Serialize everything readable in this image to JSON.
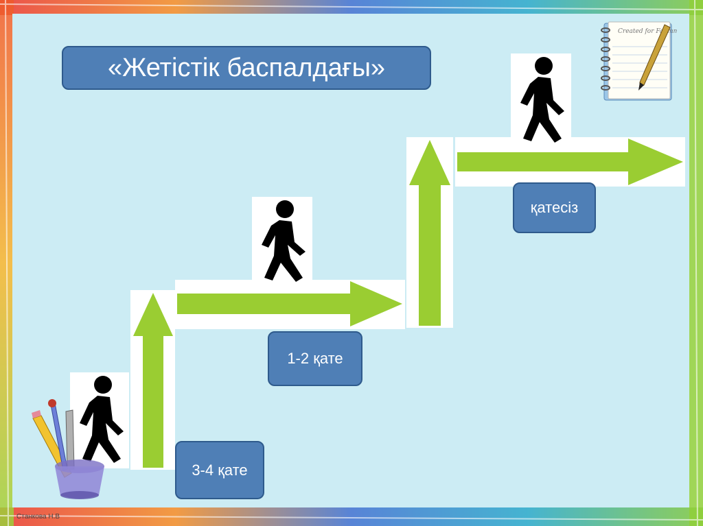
{
  "title": "«Жетістік баспалдағы»",
  "steps": [
    {
      "label": "3-4 қате"
    },
    {
      "label": "1-2 қате"
    },
    {
      "label": "қатесіз"
    }
  ],
  "notebook": {
    "text": "Created for Fabmm Desktop"
  },
  "credit": "Станкова Н.В",
  "colors": {
    "arrow": "#9acd32",
    "box": "#4f7fb6",
    "panel": "#ccecf4",
    "figure": "#000000"
  }
}
